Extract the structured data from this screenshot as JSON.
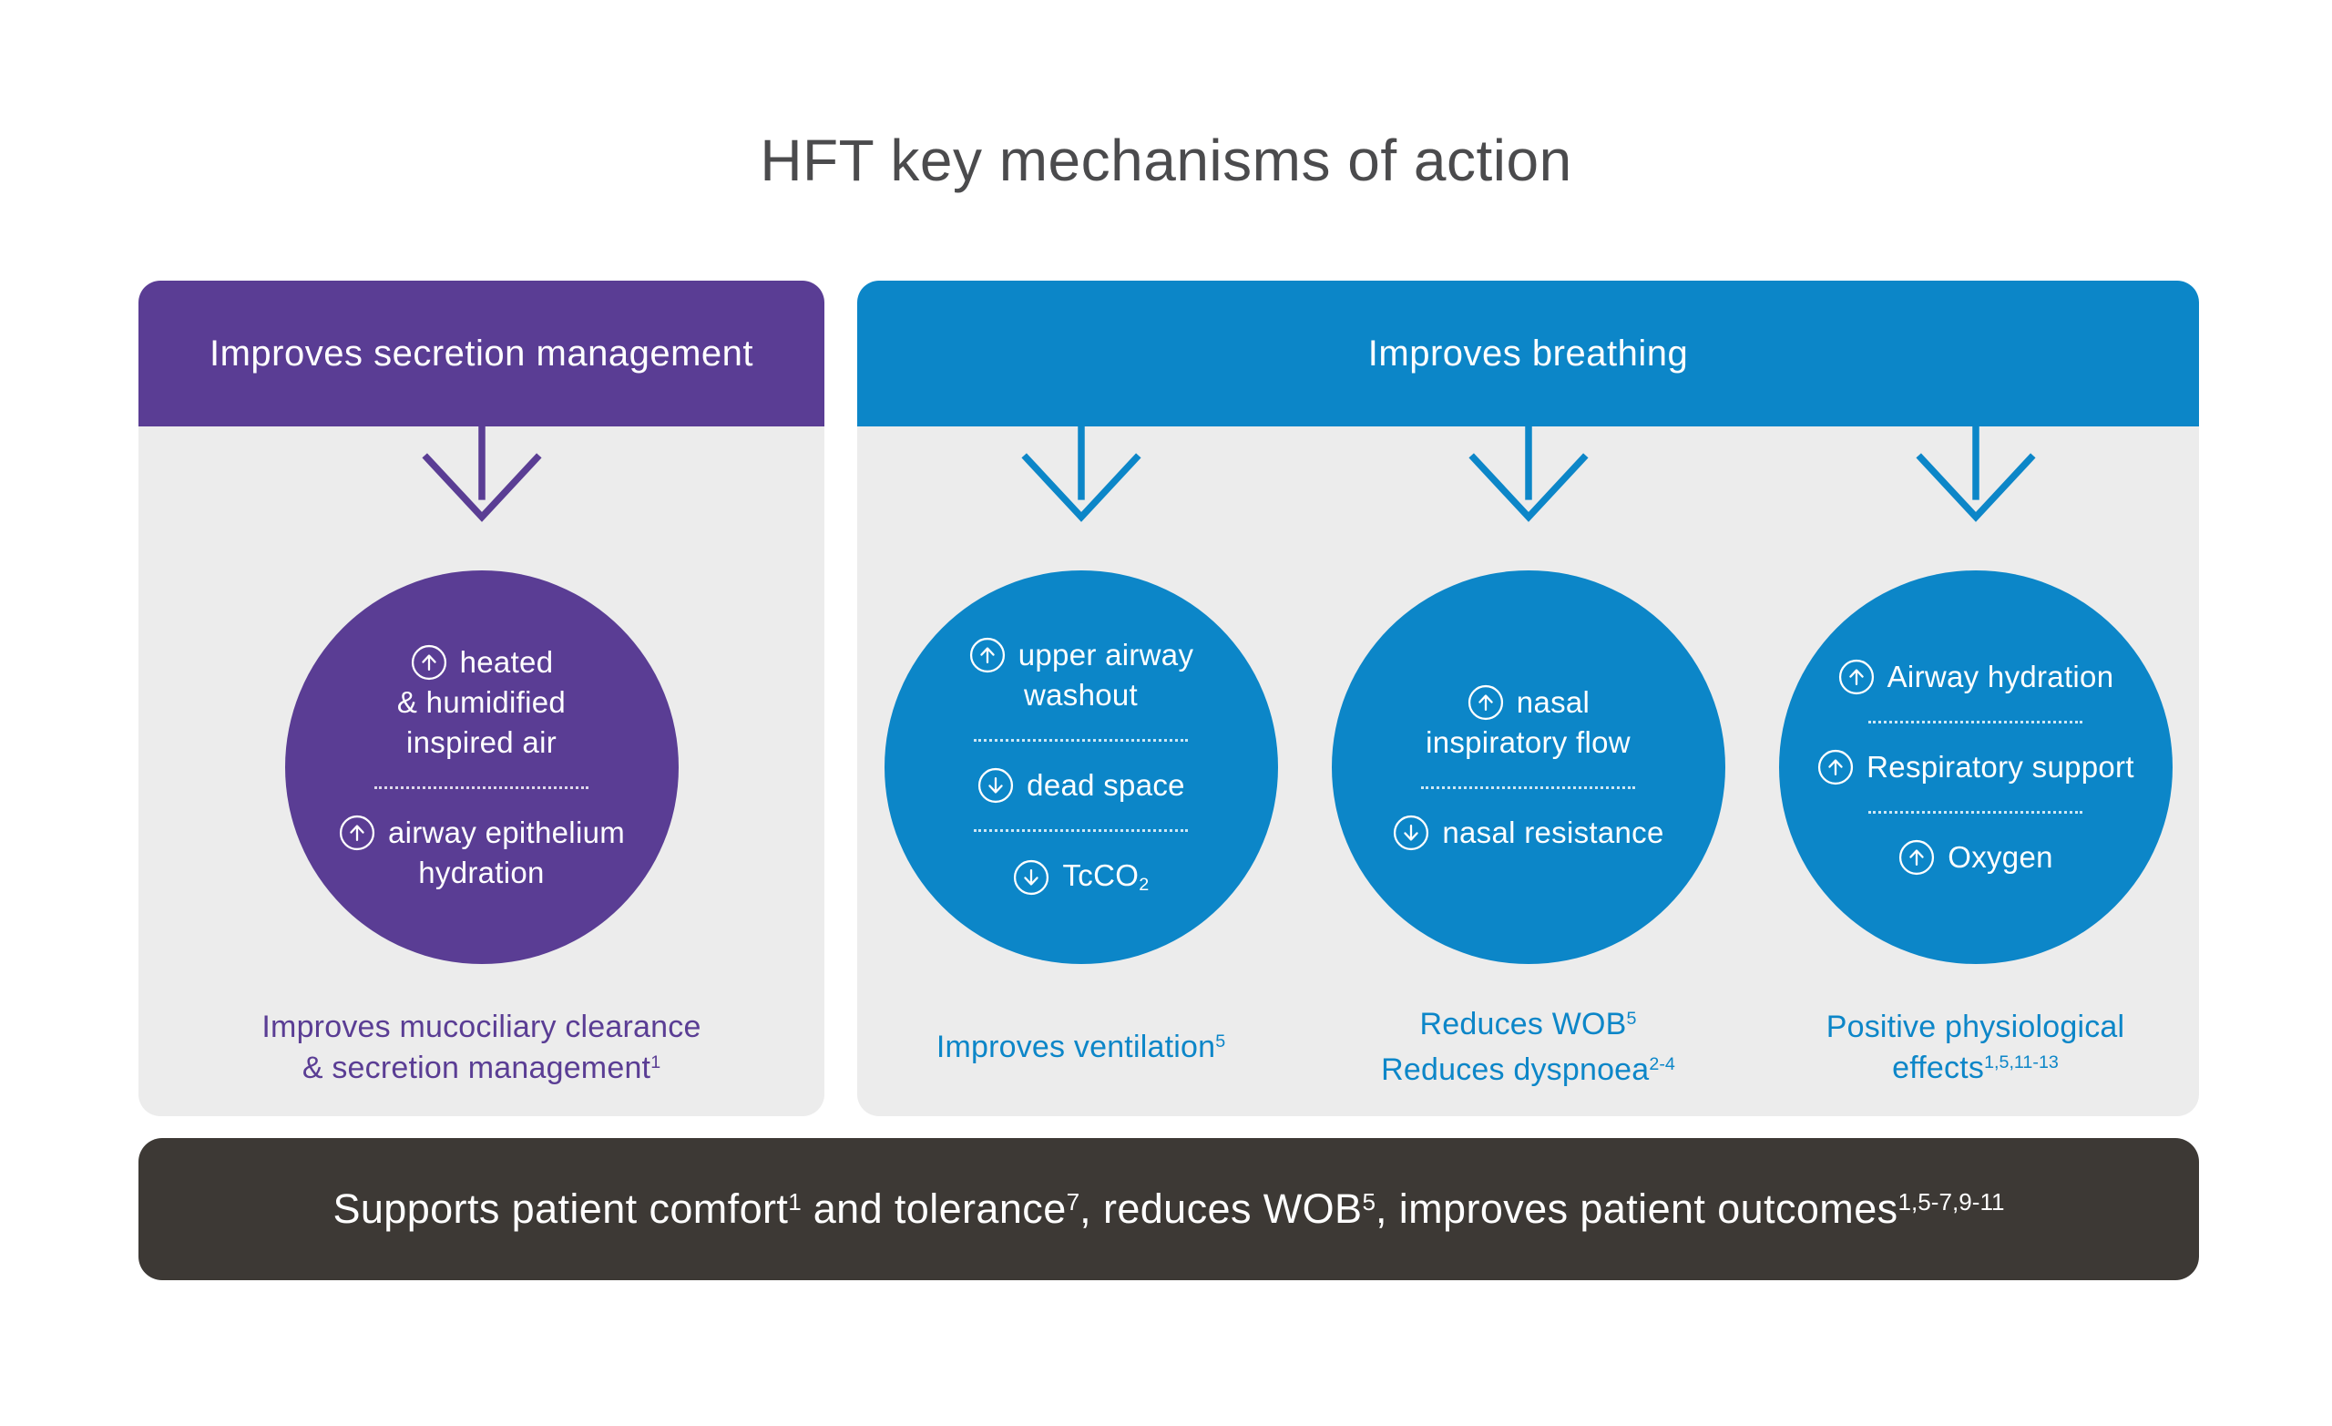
{
  "title": "HFT key mechanisms of action",
  "colors": {
    "purple": "#5A3D94",
    "blue": "#0C86C8",
    "panel_bg": "#ECECEC",
    "footer_bg": "#3D3935",
    "title_text": "#4B4B4D"
  },
  "panels": [
    {
      "header": "Improves secretion management",
      "theme": "purple",
      "columns": [
        {
          "arrow_icon": "down-arrow",
          "circle": {
            "items": [
              {
                "icon": "arrow-up-circled",
                "lines": [
                  [
                    {
                      "t": "heated"
                    }
                  ],
                  [
                    {
                      "t": "& humidified"
                    }
                  ],
                  [
                    {
                      "t": "inspired air"
                    }
                  ]
                ]
              },
              {
                "icon": "arrow-up-circled",
                "lines": [
                  [
                    {
                      "t": "airway epithelium"
                    }
                  ],
                  [
                    {
                      "t": "hydration"
                    }
                  ]
                ]
              }
            ]
          },
          "caption": [
            [
              {
                "t": "Improves mucociliary clearance"
              }
            ],
            [
              {
                "t": "& secretion management"
              },
              {
                "sup": "1"
              }
            ]
          ]
        }
      ]
    },
    {
      "header": "Improves breathing",
      "theme": "blue",
      "columns": [
        {
          "arrow_icon": "down-arrow",
          "circle": {
            "items": [
              {
                "icon": "arrow-up-circled",
                "lines": [
                  [
                    {
                      "t": "upper airway"
                    }
                  ],
                  [
                    {
                      "t": "washout"
                    }
                  ]
                ]
              },
              {
                "icon": "arrow-down-circled",
                "lines": [
                  [
                    {
                      "t": "dead space"
                    }
                  ]
                ]
              },
              {
                "icon": "arrow-down-circled",
                "lines": [
                  [
                    {
                      "t": "TcCO"
                    },
                    {
                      "sub": "2"
                    }
                  ]
                ]
              }
            ]
          },
          "caption": [
            [
              {
                "t": "Improves ventilation"
              },
              {
                "sup": "5"
              }
            ]
          ]
        },
        {
          "arrow_icon": "down-arrow",
          "circle": {
            "items": [
              {
                "icon": "arrow-up-circled",
                "lines": [
                  [
                    {
                      "t": "nasal"
                    }
                  ],
                  [
                    {
                      "t": "inspiratory flow"
                    }
                  ]
                ]
              },
              {
                "icon": "arrow-down-circled",
                "lines": [
                  [
                    {
                      "t": "nasal resistance"
                    }
                  ]
                ]
              }
            ]
          },
          "caption": [
            [
              {
                "t": "Reduces WOB"
              },
              {
                "sup": "5"
              }
            ],
            [
              {
                "t": "Reduces dyspnoea"
              },
              {
                "sup": "2-4"
              }
            ]
          ]
        },
        {
          "arrow_icon": "down-arrow",
          "circle": {
            "items": [
              {
                "icon": "arrow-up-circled",
                "lines": [
                  [
                    {
                      "t": "Airway hydration"
                    }
                  ]
                ]
              },
              {
                "icon": "arrow-up-circled",
                "lines": [
                  [
                    {
                      "t": "Respiratory support"
                    }
                  ]
                ]
              },
              {
                "icon": "arrow-up-circled",
                "lines": [
                  [
                    {
                      "t": "Oxygen"
                    }
                  ]
                ]
              }
            ]
          },
          "caption": [
            [
              {
                "t": "Positive physiological"
              }
            ],
            [
              {
                "t": "effects"
              },
              {
                "sup": "1,5,11-13"
              }
            ]
          ]
        }
      ]
    }
  ],
  "footer": {
    "segments": [
      {
        "t": "Supports patient comfort"
      },
      {
        "sup": "1"
      },
      {
        "t": " and tolerance"
      },
      {
        "sup": "7"
      },
      {
        "t": ", reduces WOB"
      },
      {
        "sup": "5"
      },
      {
        "t": ", improves patient outcomes"
      },
      {
        "sup": "1,5-7,9-11"
      }
    ]
  }
}
